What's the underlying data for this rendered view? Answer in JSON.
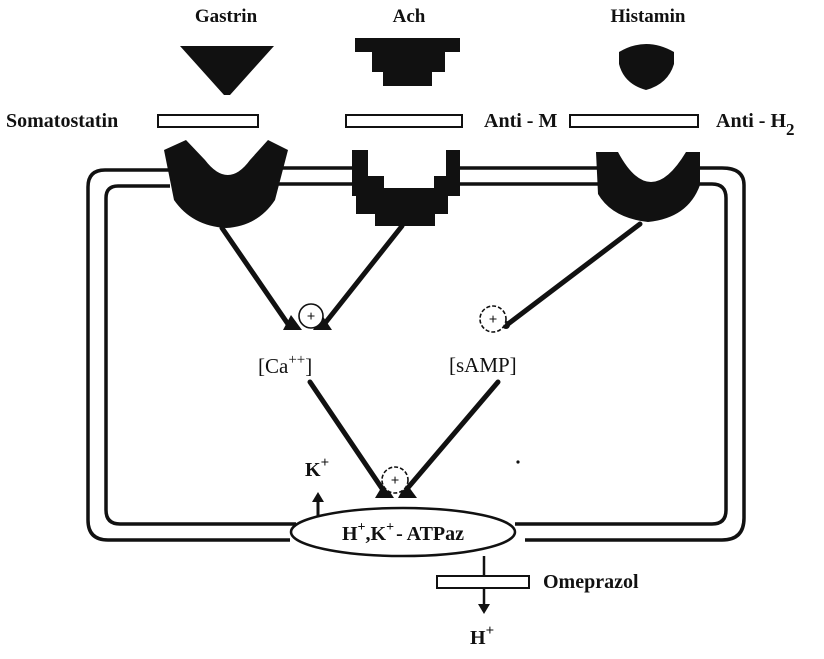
{
  "ligands": {
    "gastrin": "Gastrin",
    "ach": "Ach",
    "histamin": "Histamin"
  },
  "blockers": {
    "somatostatin": "Somatostatin",
    "anti_m": "Anti - M",
    "anti_h2_prefix": "Anti - H",
    "anti_h2_sub": "2"
  },
  "messengers": {
    "ca_prefix": "[Ca",
    "ca_sup": "++",
    "ca_suffix": "]",
    "samp": "[sAMP]"
  },
  "pump": {
    "h": "H",
    "h_sup": "+",
    "comma": ",",
    "k": "K",
    "k_sup": "+",
    "rest": "- ATPaz"
  },
  "ions": {
    "k_out": "K",
    "k_out_sup": "+",
    "h_out": "H",
    "h_out_sup": "+"
  },
  "inhibitor": {
    "omeprazol": "Omeprazol"
  },
  "stimulation_sign": "+"
}
